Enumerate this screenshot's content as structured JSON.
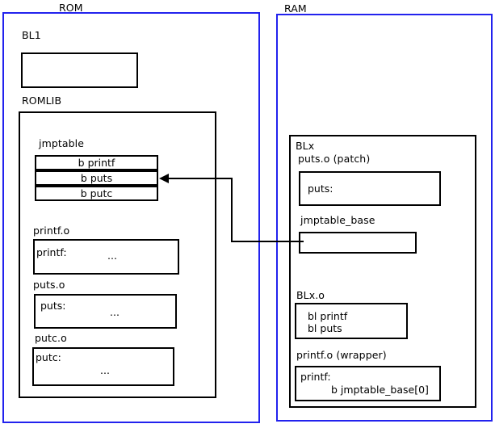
{
  "diagram": {
    "title_rom": "ROM",
    "title_ram": "RAM",
    "accent_blue": "#2222ee",
    "line_black": "#000000",
    "background": "#ffffff"
  },
  "rom": {
    "label": "ROM",
    "bl1": {
      "label": "BL1",
      "content": ""
    },
    "romlib": {
      "label": "ROMLIB",
      "jmptable": {
        "label": "jmptable",
        "entries": [
          "b printf",
          "b puts",
          "b putc"
        ]
      },
      "objects": [
        {
          "label": "printf.o",
          "symbol": "printf:",
          "body": "..."
        },
        {
          "label": "puts.o",
          "symbol": "puts:",
          "body": "..."
        },
        {
          "label": "putc.o",
          "symbol": "putc:",
          "body": "..."
        }
      ]
    }
  },
  "ram": {
    "label": "RAM",
    "blx": {
      "label": "BLx",
      "patch": {
        "label": "puts.o (patch)",
        "symbol": "puts:"
      },
      "jmptable_base": {
        "label": "jmptable_base",
        "content": ""
      },
      "blx_o": {
        "label": "BLx.o",
        "line1": "bl printf",
        "line2": "bl puts"
      },
      "wrapper": {
        "label": "printf.o (wrapper)",
        "symbol": "printf:",
        "branch": "b jmptable_base[0]"
      }
    }
  },
  "connector": {
    "name": "jmptable-base-to-jmptable-puts-arrow",
    "from": "jmptable_base",
    "to": "jmptable entry b puts"
  }
}
